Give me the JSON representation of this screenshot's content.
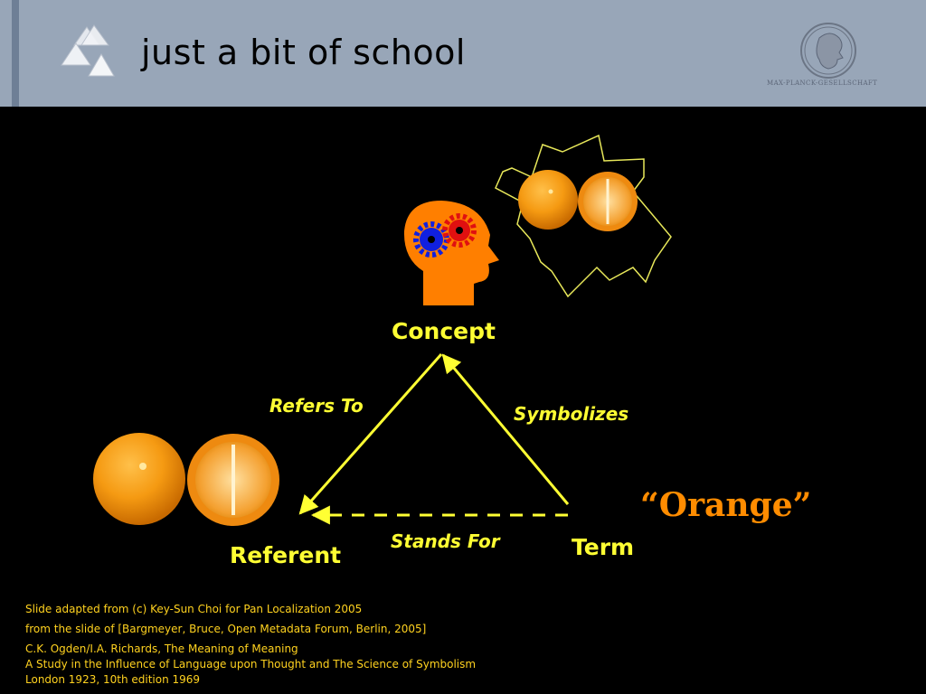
{
  "slide": {
    "title": "just a bit of school",
    "logo_text": "MAX-PLANCK-GESELLSCHAFT"
  },
  "diagram": {
    "nodes": {
      "concept": "Concept",
      "referent": "Referent",
      "term": "Term"
    },
    "relations": {
      "refers_to": "Refers To",
      "symbolizes": "Symbolizes",
      "stands_for": "Stands For"
    },
    "term_word": "“Orange”"
  },
  "credits": {
    "line1": "Slide adapted from (c) Key-Sun Choi for Pan Localization 2005",
    "line2": "from the slide of [Bargmeyer, Bruce, Open Metadata Forum, Berlin, 2005]",
    "line3": "C.K. Ogden/I.A. Richards, The Meaning of Meaning",
    "line4": "A Study in the Influence of Language upon Thought and The Science of Symbolism",
    "line5": "London 1923, 10th edition 1969"
  },
  "colors": {
    "header": "#98a6b8",
    "background": "#000000",
    "label": "#ffff33",
    "orange": "#ff8c00",
    "credits": "#ffd21f",
    "head": "#ff7f00"
  }
}
